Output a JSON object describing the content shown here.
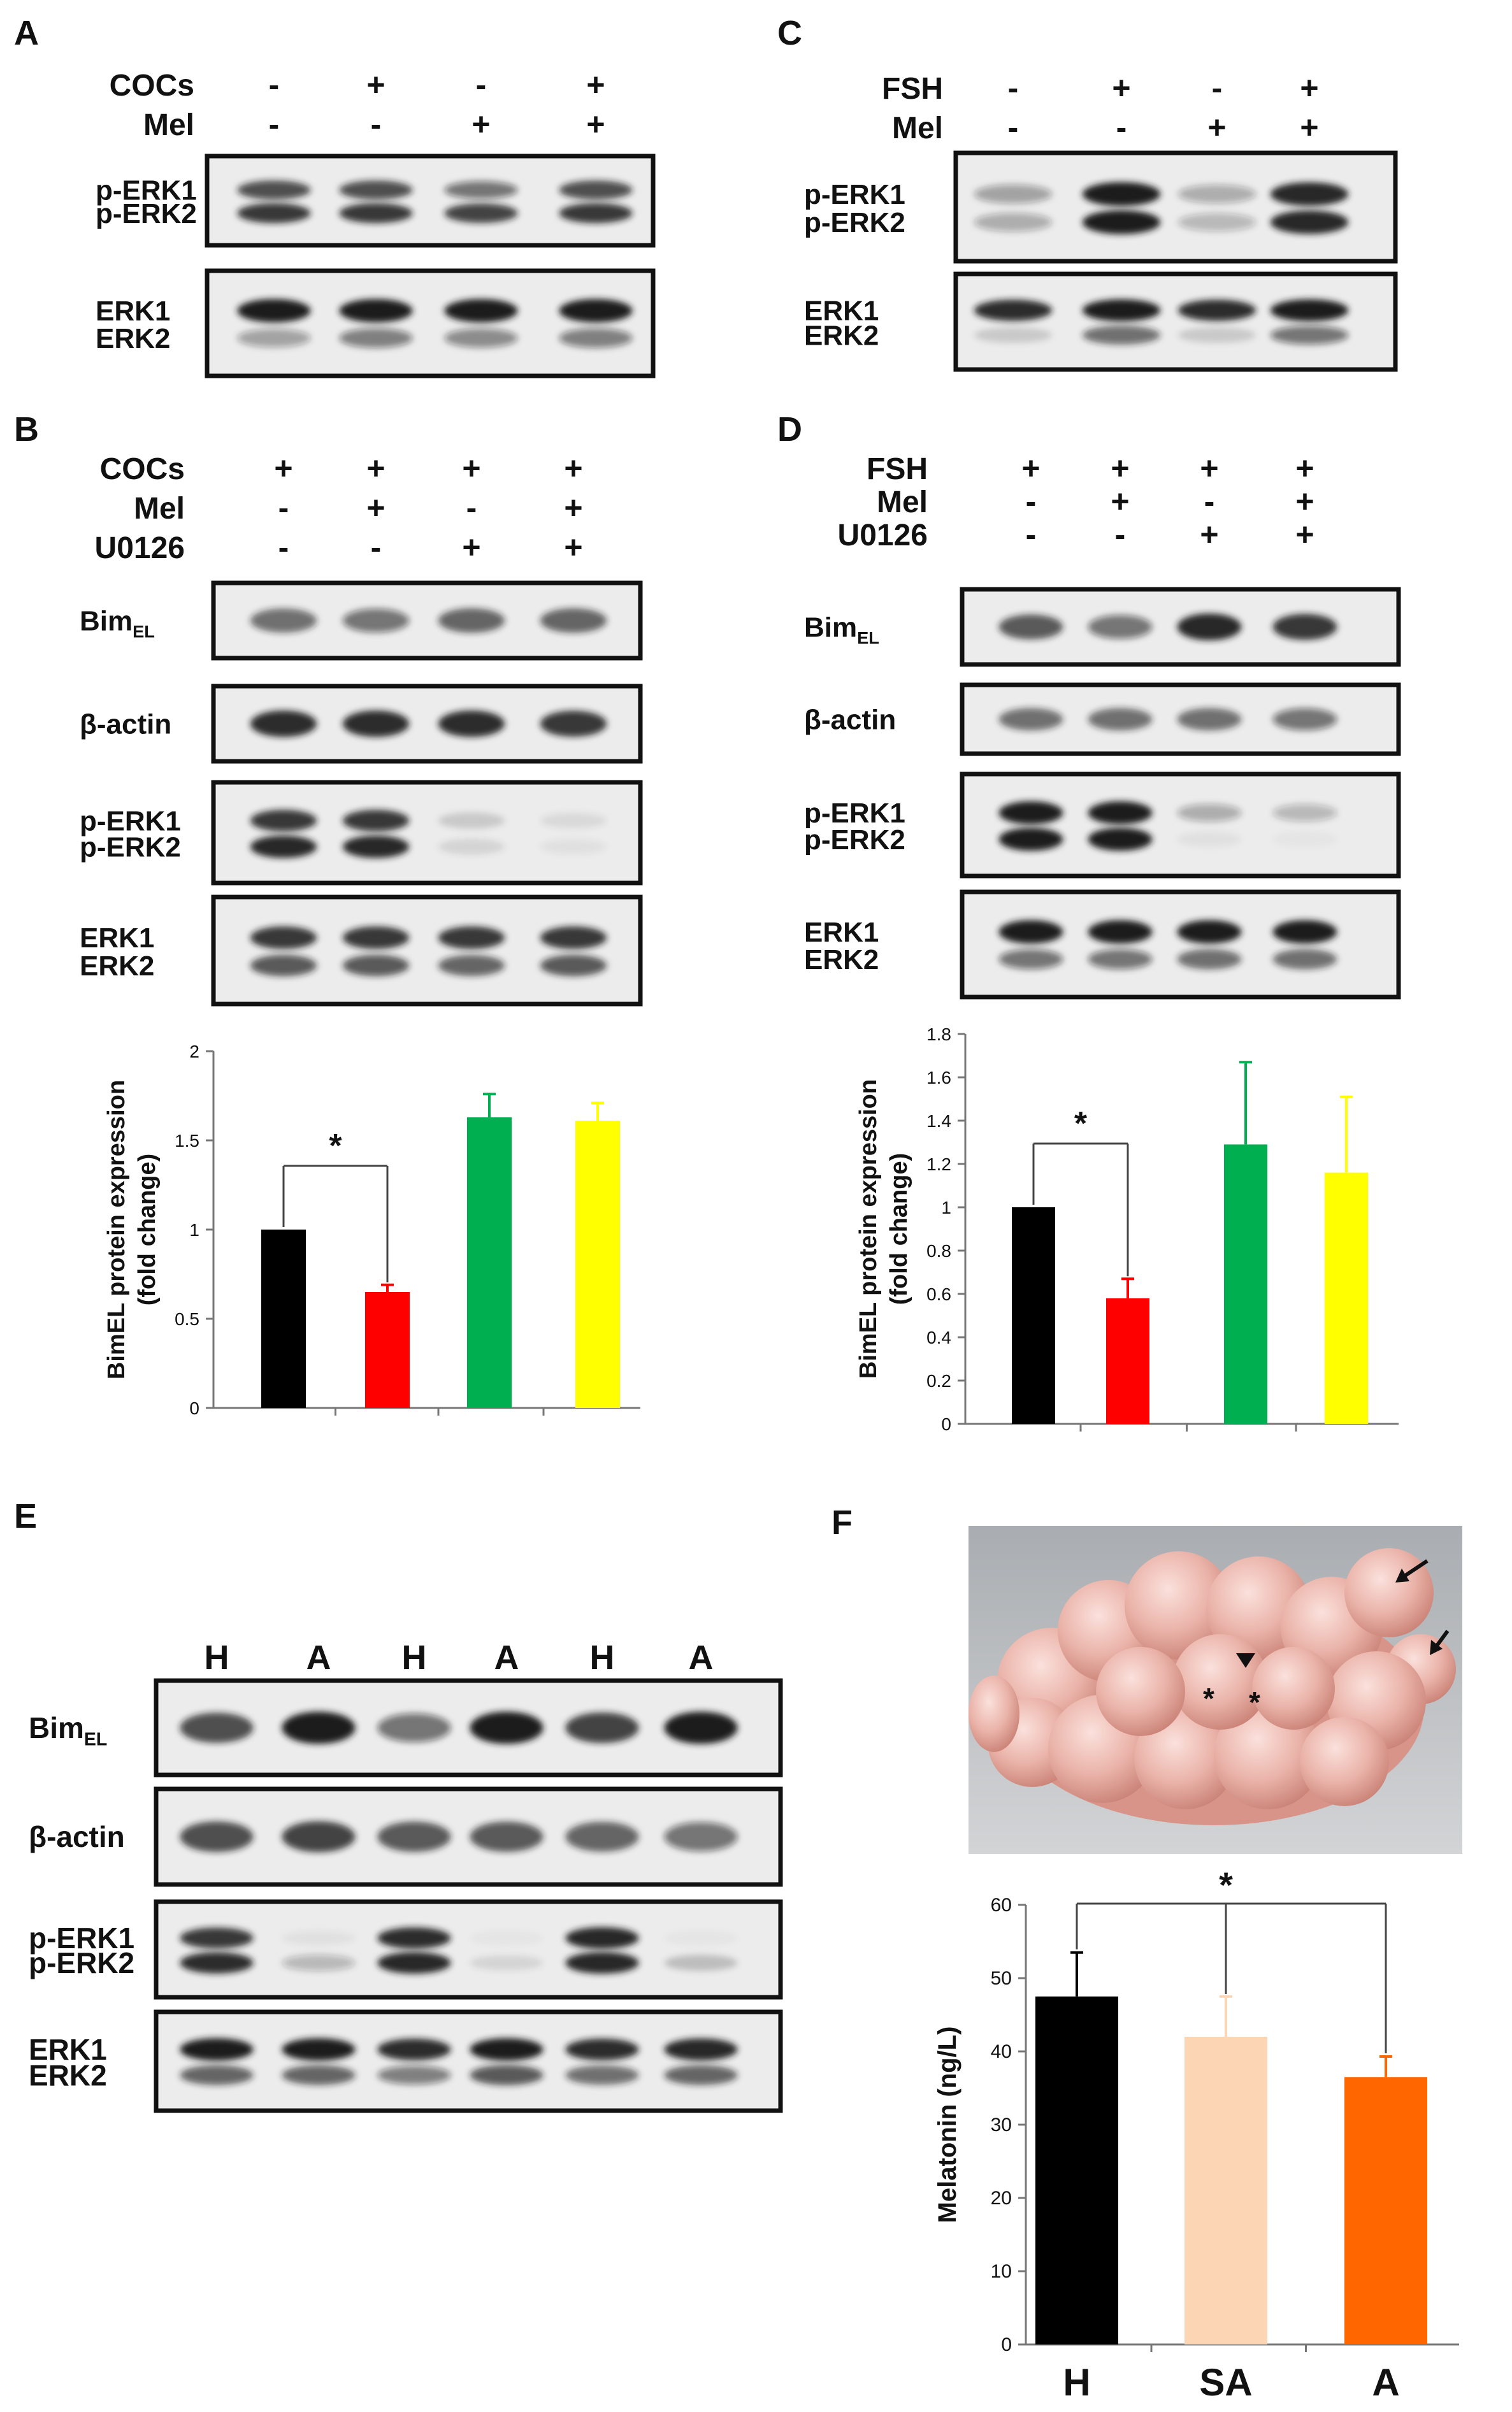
{
  "panels": {
    "A": {
      "letter": "A",
      "rows": [
        {
          "label": "COCs",
          "values": [
            "-",
            "+",
            "-",
            "+"
          ]
        },
        {
          "label": "Mel",
          "values": [
            "-",
            "-",
            "+",
            "+"
          ]
        }
      ],
      "blots": [
        {
          "labels": [
            {
              "text": "p-ERK1"
            },
            {
              "text": "p-ERK2"
            }
          ],
          "bands": [
            [
              0.75,
              0.75,
              0.55,
              0.75
            ],
            [
              0.85,
              0.85,
              0.8,
              0.85
            ]
          ]
        },
        {
          "labels": [
            {
              "text": "ERK1"
            },
            {
              "text": "ERK2"
            }
          ],
          "bands": [
            [
              1,
              1,
              1,
              1
            ],
            [
              0.35,
              0.5,
              0.45,
              0.5
            ]
          ]
        }
      ]
    },
    "B": {
      "letter": "B",
      "rows": [
        {
          "label": "COCs",
          "values": [
            "+",
            "+",
            "+",
            "+"
          ]
        },
        {
          "label": "Mel",
          "values": [
            "-",
            "+",
            "-",
            "+"
          ]
        },
        {
          "label": "U0126",
          "values": [
            "-",
            "-",
            "+",
            "+"
          ]
        }
      ],
      "blots": [
        {
          "labels": [
            {
              "text": "Bim",
              "sub": "EL"
            }
          ],
          "bands": [
            [
              0.6,
              0.55,
              0.65,
              0.65
            ]
          ]
        },
        {
          "labels": [
            {
              "text": "β-actin"
            }
          ],
          "bands": [
            [
              0.9,
              0.9,
              0.9,
              0.85
            ]
          ]
        },
        {
          "labels": [
            {
              "text": "p-ERK1"
            },
            {
              "text": "p-ERK2"
            }
          ],
          "bands": [
            [
              0.85,
              0.85,
              0.15,
              0.08
            ],
            [
              0.95,
              0.95,
              0.1,
              0.05
            ]
          ]
        },
        {
          "labels": [
            {
              "text": "ERK1"
            },
            {
              "text": "ERK2"
            }
          ],
          "bands": [
            [
              0.85,
              0.85,
              0.85,
              0.85
            ],
            [
              0.7,
              0.7,
              0.65,
              0.7
            ]
          ]
        }
      ]
    },
    "C": {
      "letter": "C",
      "rows": [
        {
          "label": "FSH",
          "values": [
            "-",
            "+",
            "-",
            "+"
          ]
        },
        {
          "label": "Mel",
          "values": [
            "-",
            "-",
            "+",
            "+"
          ]
        }
      ],
      "blots": [
        {
          "labels": [
            {
              "text": "p-ERK1"
            },
            {
              "text": "p-ERK2"
            }
          ],
          "bands": [
            [
              0.35,
              1,
              0.3,
              0.95
            ],
            [
              0.3,
              1,
              0.25,
              0.95
            ]
          ]
        },
        {
          "labels": [
            {
              "text": "ERK1"
            },
            {
              "text": "ERK2"
            }
          ],
          "bands": [
            [
              0.9,
              1,
              0.9,
              1
            ],
            [
              0.15,
              0.6,
              0.15,
              0.55
            ]
          ]
        }
      ]
    },
    "D": {
      "letter": "D",
      "rows": [
        {
          "label": "FSH",
          "values": [
            "+",
            "+",
            "+",
            "+"
          ]
        },
        {
          "label": "Mel",
          "values": [
            "-",
            "+",
            "-",
            "+"
          ]
        },
        {
          "label": "U0126",
          "values": [
            "-",
            "-",
            "+",
            "+"
          ]
        }
      ],
      "blots": [
        {
          "labels": [
            {
              "text": "Bim",
              "sub": "EL"
            }
          ],
          "bands": [
            [
              0.7,
              0.55,
              0.95,
              0.85
            ]
          ]
        },
        {
          "labels": [
            {
              "text": "β-actin"
            }
          ],
          "bands": [
            [
              0.6,
              0.6,
              0.6,
              0.55
            ]
          ]
        },
        {
          "labels": [
            {
              "text": "p-ERK1"
            },
            {
              "text": "p-ERK2"
            }
          ],
          "bands": [
            [
              1,
              1,
              0.3,
              0.25
            ],
            [
              1,
              1,
              0.05,
              0.03
            ]
          ]
        },
        {
          "labels": [
            {
              "text": "ERK1"
            },
            {
              "text": "ERK2"
            }
          ],
          "bands": [
            [
              1,
              1,
              1,
              1
            ],
            [
              0.55,
              0.55,
              0.6,
              0.6
            ]
          ]
        }
      ]
    },
    "E": {
      "letter": "E",
      "lanes": [
        "H",
        "A",
        "H",
        "A",
        "H",
        "A"
      ],
      "blots": [
        {
          "labels": [
            {
              "text": "Bim",
              "sub": "EL"
            }
          ],
          "bands": [
            [
              0.75,
              1,
              0.55,
              1,
              0.8,
              1
            ]
          ]
        },
        {
          "labels": [
            {
              "text": "β-actin"
            }
          ],
          "bands": [
            [
              0.75,
              0.8,
              0.7,
              0.7,
              0.65,
              0.55
            ]
          ]
        },
        {
          "labels": [
            {
              "text": "p-ERK1"
            },
            {
              "text": "p-ERK2"
            }
          ],
          "bands": [
            [
              0.85,
              0.05,
              0.9,
              0.03,
              0.95,
              0.03
            ],
            [
              0.9,
              0.25,
              0.95,
              0.1,
              0.95,
              0.2
            ]
          ]
        },
        {
          "labels": [
            {
              "text": "ERK1"
            },
            {
              "text": "ERK2"
            }
          ],
          "bands": [
            [
              1,
              1,
              0.9,
              1,
              0.9,
              0.95
            ],
            [
              0.65,
              0.65,
              0.5,
              0.7,
              0.6,
              0.65
            ]
          ]
        }
      ]
    },
    "F": {
      "letter": "F"
    }
  },
  "chart_data": [
    {
      "id": "B",
      "type": "bar",
      "ylabel": "BimEL protein expression\n(fold  change)",
      "ylim": [
        0,
        2
      ],
      "ticks": [
        0,
        0.5,
        1,
        1.5,
        2
      ],
      "tick_labels": [
        "0",
        "0.5",
        "1",
        "1.5",
        "2"
      ],
      "categories": [
        "",
        "",
        "",
        ""
      ],
      "values": [
        1.0,
        0.65,
        1.63,
        1.61
      ],
      "errors": [
        0,
        0.04,
        0.13,
        0.1
      ],
      "colors": [
        "#000000",
        "#ff0000",
        "#00b050",
        "#ffff00"
      ],
      "significance": {
        "from": 0,
        "to": 1,
        "label": "*"
      },
      "grid": false
    },
    {
      "id": "D",
      "type": "bar",
      "ylabel": "BimEL protein expression\n(fold  change)",
      "ylim": [
        0,
        1.8
      ],
      "ticks": [
        0,
        0.2,
        0.4,
        0.6,
        0.8,
        1,
        1.2,
        1.4,
        1.6,
        1.8
      ],
      "tick_labels": [
        "0",
        "0.2",
        "0.4",
        "0.6",
        "0.8",
        "1",
        "1.2",
        "1.4",
        "1.6",
        "1.8"
      ],
      "categories": [
        "",
        "",
        "",
        ""
      ],
      "values": [
        1.0,
        0.58,
        1.29,
        1.16
      ],
      "errors": [
        0,
        0.09,
        0.38,
        0.35
      ],
      "colors": [
        "#000000",
        "#ff0000",
        "#00b050",
        "#ffff00"
      ],
      "significance": {
        "from": 0,
        "to": 1,
        "label": "*"
      },
      "grid": false
    },
    {
      "id": "F",
      "type": "bar",
      "ylabel": "Melatonin (ng/L)",
      "ylim": [
        0,
        60
      ],
      "ticks": [
        0,
        10,
        20,
        30,
        40,
        50,
        60
      ],
      "tick_labels": [
        "0",
        "10",
        "20",
        "30",
        "40",
        "50",
        "60"
      ],
      "categories": [
        "H",
        "SA",
        "A"
      ],
      "values": [
        47.5,
        42,
        36.5
      ],
      "errors": [
        6,
        5.5,
        2.8
      ],
      "colors": [
        "#000000",
        "#fcd5b4",
        "#ff6600"
      ],
      "significance": {
        "label": "*"
      },
      "grid": false
    }
  ]
}
